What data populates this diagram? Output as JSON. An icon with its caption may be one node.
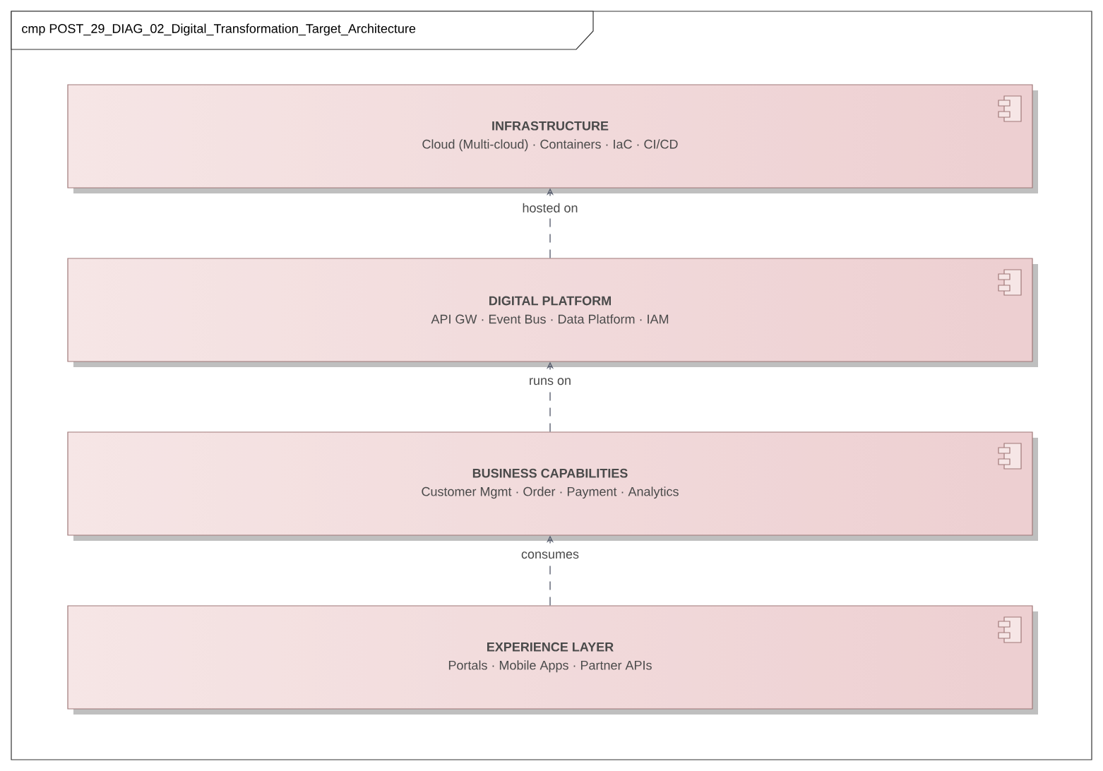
{
  "diagram": {
    "title": "cmp POST_29_DIAG_02_Digital_Transformation_Target_Architecture",
    "nodes": [
      {
        "text": [
          "INFRASTRUCTURE",
          "Cloud (Multi-cloud) · Containers · IaC · CI/CD"
        ]
      },
      {
        "text": [
          "DIGITAL PLATFORM",
          "API GW · Event Bus · Data Platform · IAM"
        ]
      },
      {
        "text": [
          "BUSINESS CAPABILITIES",
          "Customer Mgmt · Order · Payment · Analytics"
        ]
      },
      {
        "text": [
          "EXPERIENCE LAYER",
          "Portals · Mobile Apps · Partner APIs"
        ]
      }
    ],
    "edges": [
      {
        "from": 1,
        "to": 0,
        "arrow": "to",
        "label": "hosted on",
        "style": "dashed"
      },
      {
        "from": 2,
        "to": 1,
        "arrow": "to",
        "label": "runs on",
        "style": "dashed"
      },
      {
        "from": 3,
        "to": 2,
        "arrow": "to",
        "label": "consumes",
        "style": "dashed"
      }
    ]
  }
}
